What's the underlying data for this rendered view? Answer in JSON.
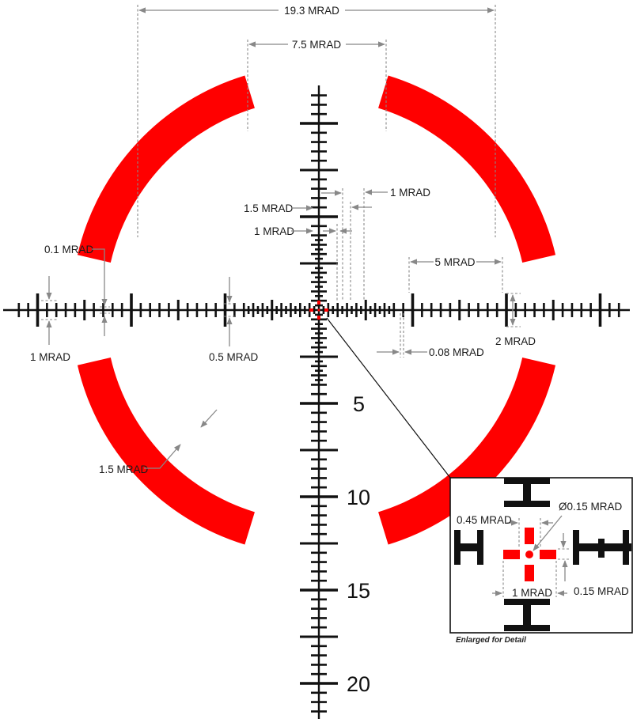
{
  "dimensions": {
    "overall_width": "19.3 MRAD",
    "center_gap": "7.5 MRAD",
    "small_hash_15": "1.5 MRAD",
    "small_hash_1_upper": "1 MRAD",
    "small_hash_1_left": "1 MRAD",
    "subtension_01": "0.1 MRAD",
    "spacing_1_left": "1 MRAD",
    "spacing_05": "0.5 MRAD",
    "spacing_5": "5 MRAD",
    "height_2": "2 MRAD",
    "line_008": "0.08 MRAD",
    "arc_thickness": "1.5 MRAD"
  },
  "vertical_numbers": [
    "5",
    "10",
    "15",
    "20"
  ],
  "inset": {
    "dot_diameter": "Ø0.15 MRAD",
    "bar_length": "0.45 MRAD",
    "bar_spacing": "1 MRAD",
    "bar_thickness": "0.15 MRAD",
    "caption": "Enlarged for Detail"
  },
  "colors": {
    "reticle_red": "#ff0000",
    "reticle_black": "#111111",
    "dimension_gray": "#888888"
  }
}
